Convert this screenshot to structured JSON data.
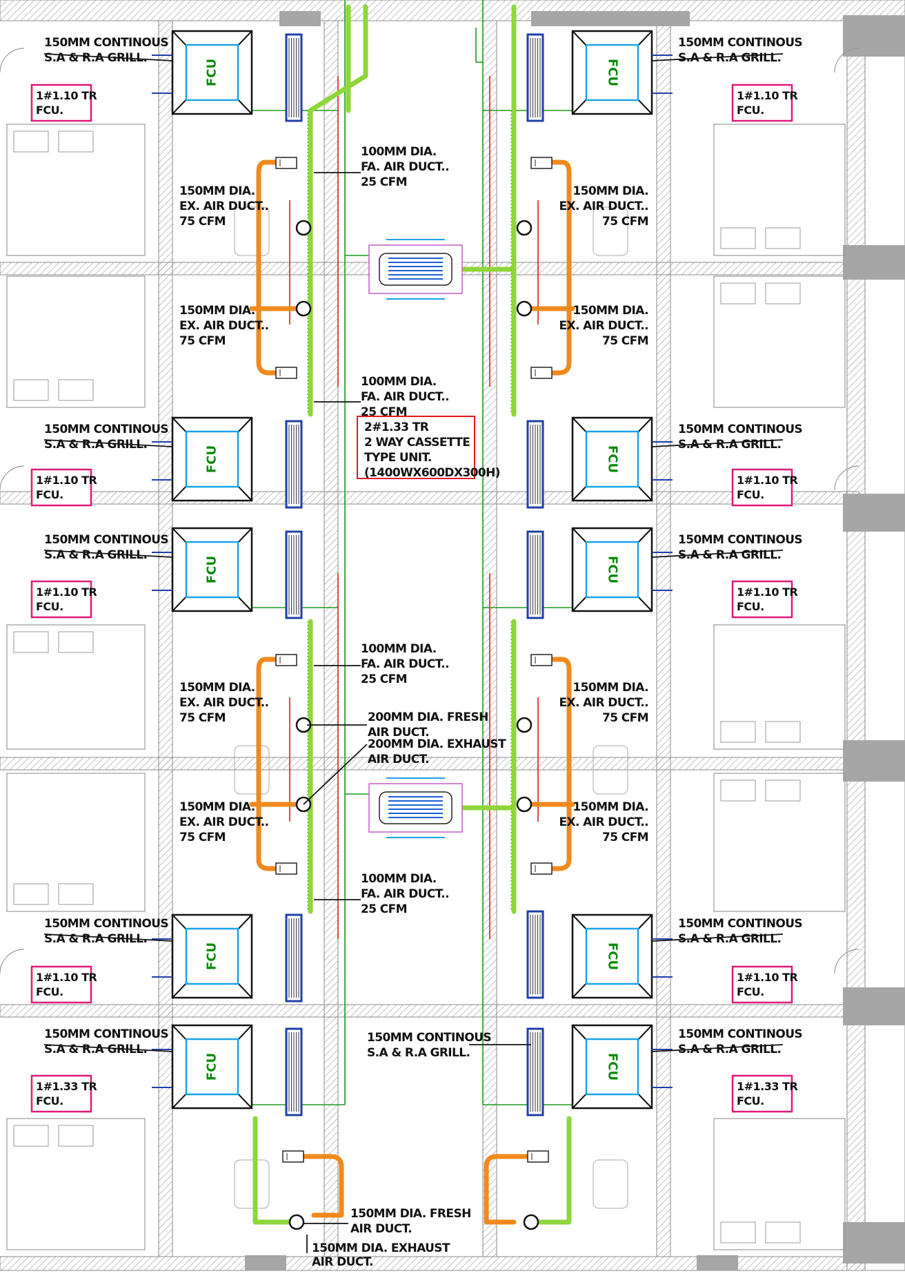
{
  "drawing": {
    "fcu_symbol_text": "FCU",
    "grill_label": {
      "line1": "150MM CONTINOUS",
      "line2": "S.A & R.A GRILL."
    },
    "fcu_tag_110": {
      "line1": "1#1.10 TR",
      "line2": "FCU."
    },
    "fcu_tag_133": {
      "line1": "1#1.33 TR",
      "line2": "FCU."
    },
    "fa_duct_label": {
      "line1": "100MM DIA.",
      "line2": "FA. AIR DUCT..",
      "line3": "25 CFM"
    },
    "ex_duct_label": {
      "line1": "150MM DIA.",
      "line2": "EX. AIR DUCT..",
      "line3": "75 CFM"
    },
    "cassette_label": {
      "line1": "2#1.33 TR",
      "line2": "2 WAY CASSETTE",
      "line3": "TYPE UNIT.",
      "line4": "(1400WX600DX300H)"
    },
    "fresh_200": {
      "line1": "200MM DIA. FRESH",
      "line2": "AIR DUCT."
    },
    "exhaust_200": {
      "line1": "200MM DIA. EXHAUST",
      "line2": "AIR DUCT."
    },
    "corridor_grill": {
      "line1": "150MM CONTINOUS",
      "line2": "S.A & R.A GRILL."
    },
    "fresh_150": {
      "line1": "150MM DIA. FRESH",
      "line2": "AIR DUCT."
    },
    "exhaust_150": {
      "line1": "150MM DIA. EXHAUST",
      "line2": "AIR DUCT."
    }
  },
  "colors": {
    "fresh_air_duct": "#8fd63c",
    "exhaust_air_duct": "#f08a1c",
    "fcu_coil": "#1aa3e8",
    "grill": "#1f3fa8",
    "pipe_green": "#1a9a1a",
    "pipe_red": "#e01818",
    "fcu_tag_border": "#e0187a",
    "cassette_border": "#e01818",
    "wall": "#8a8a8a",
    "column": "#a6a6a6"
  }
}
